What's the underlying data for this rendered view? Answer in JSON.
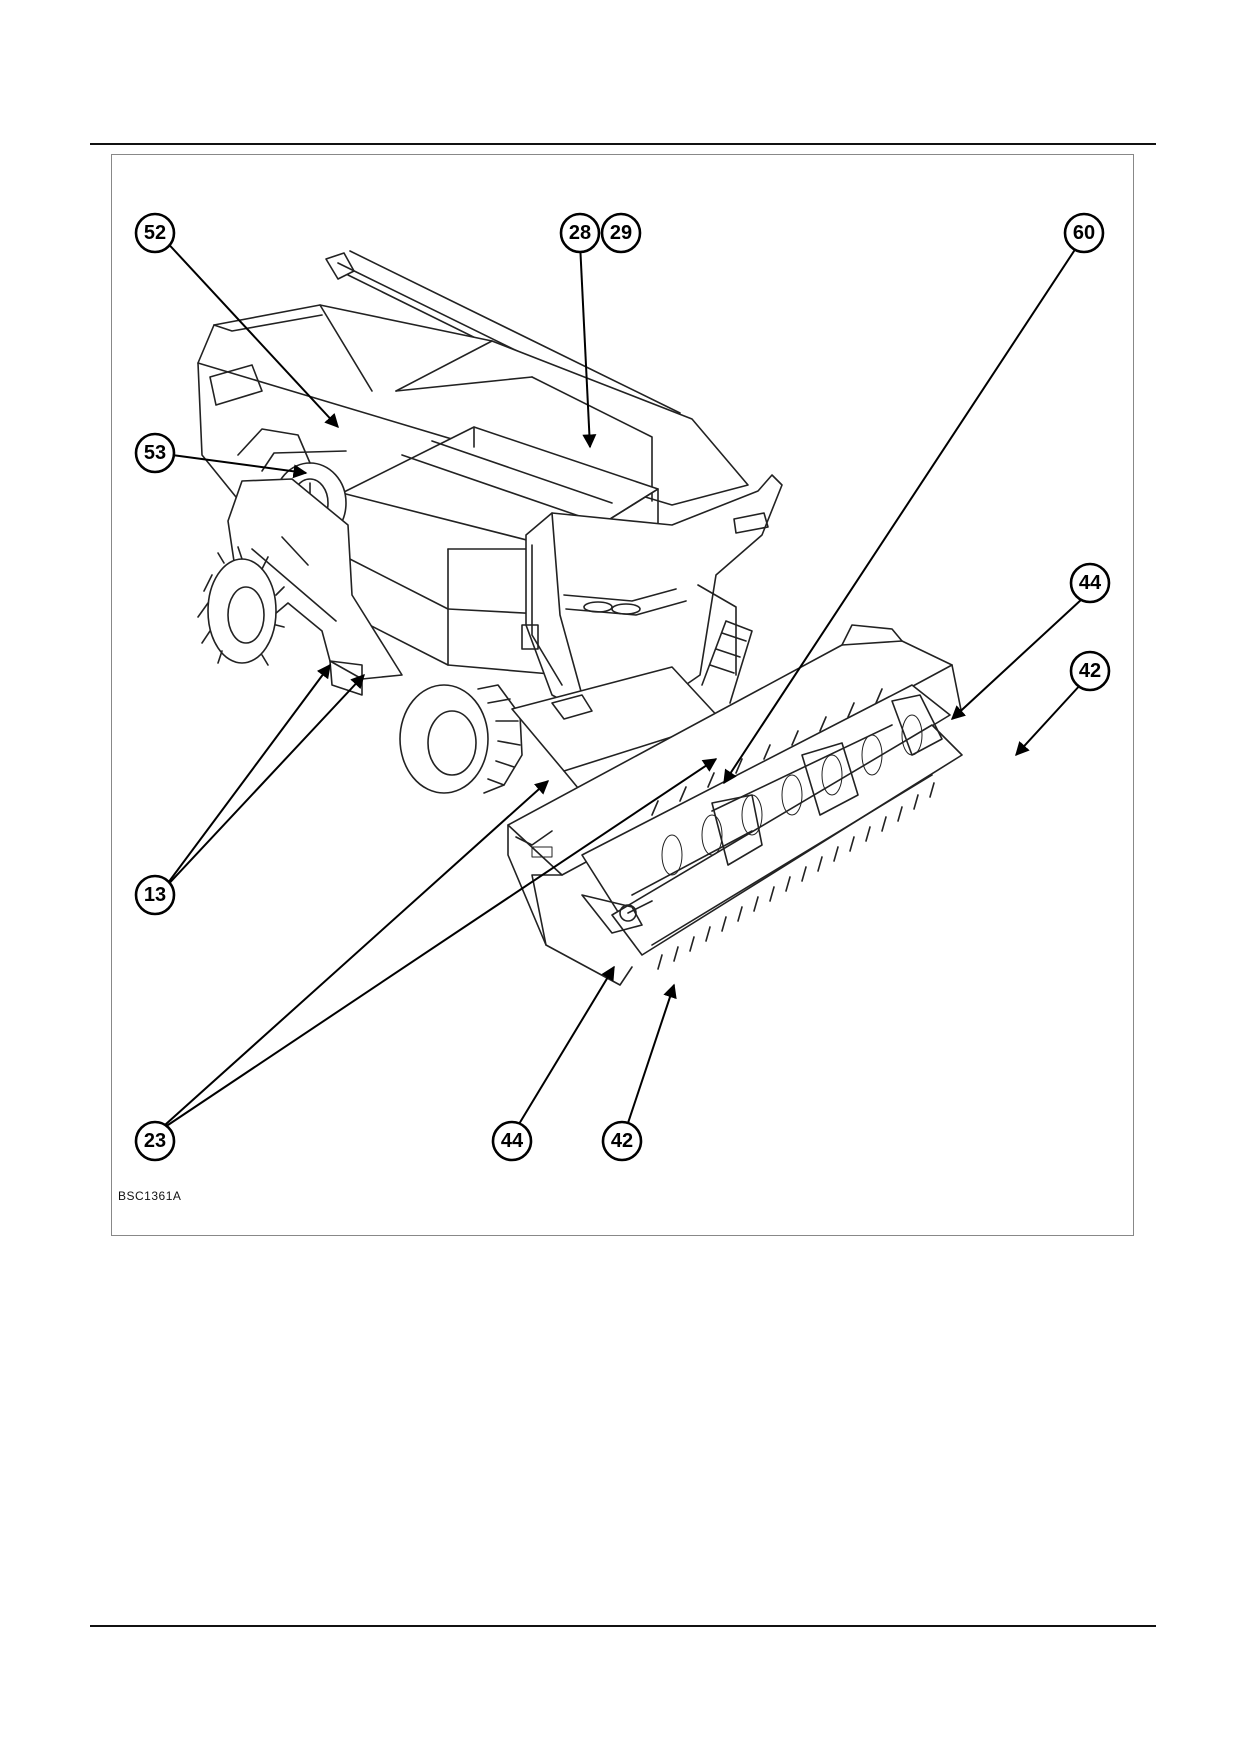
{
  "figure": {
    "code": "BSC1361A",
    "callouts": [
      {
        "id": "c52",
        "label": "52"
      },
      {
        "id": "c28",
        "label": "28"
      },
      {
        "id": "c29",
        "label": "29"
      },
      {
        "id": "c60",
        "label": "60"
      },
      {
        "id": "c53",
        "label": "53"
      },
      {
        "id": "c44a",
        "label": "44"
      },
      {
        "id": "c42a",
        "label": "42"
      },
      {
        "id": "c13",
        "label": "13"
      },
      {
        "id": "c23",
        "label": "23"
      },
      {
        "id": "c44b",
        "label": "44"
      },
      {
        "id": "c42b",
        "label": "42"
      }
    ]
  }
}
